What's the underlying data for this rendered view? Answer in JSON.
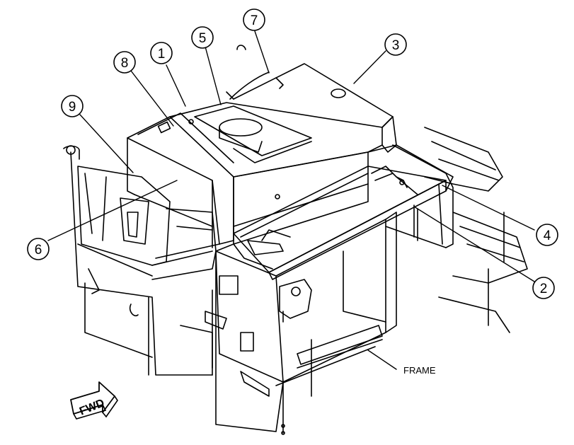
{
  "diagram": {
    "callouts": [
      {
        "id": "c1",
        "label": "1"
      },
      {
        "id": "c2",
        "label": "2"
      },
      {
        "id": "c3",
        "label": "3"
      },
      {
        "id": "c4",
        "label": "4"
      },
      {
        "id": "c5",
        "label": "5"
      },
      {
        "id": "c6",
        "label": "6"
      },
      {
        "id": "c7",
        "label": "7"
      },
      {
        "id": "c8",
        "label": "8"
      },
      {
        "id": "c9",
        "label": "9"
      }
    ],
    "frame_label": "FRAME",
    "fwd_label": "FWD",
    "line_color": "#000000",
    "background": "#ffffff"
  }
}
